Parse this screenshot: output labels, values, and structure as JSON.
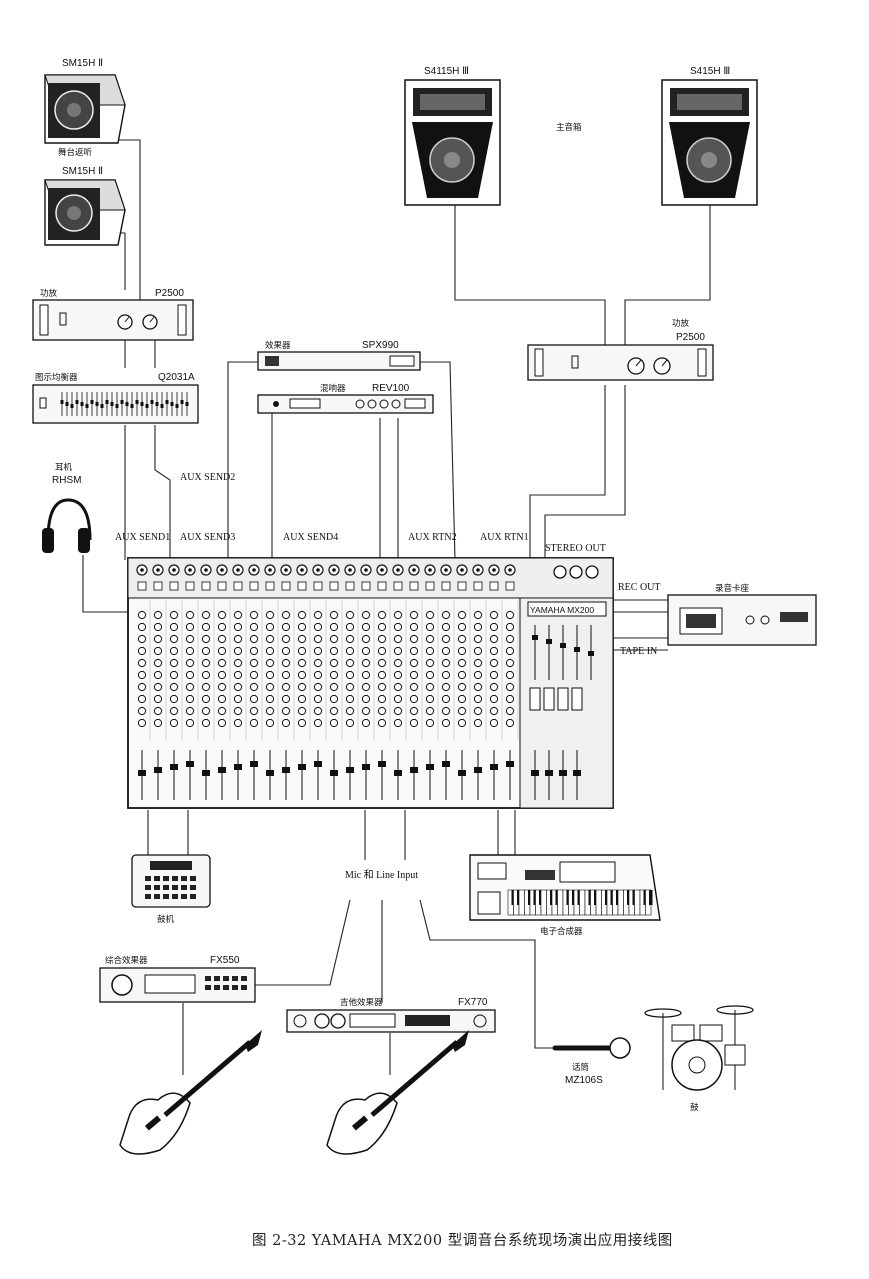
{
  "figure_caption": "图 2-32 YAMAHA MX200 型调音台系统现场演出应用接线图",
  "monitors": {
    "top_model": "SM15H Ⅱ",
    "top_caption": "舞台返听",
    "bottom_model": "SM15H Ⅱ"
  },
  "main_speakers": {
    "left_model": "S4115H Ⅲ",
    "right_model": "S415H Ⅲ",
    "caption": "主音箱"
  },
  "monitor_amp": {
    "caption": "功放",
    "model": "P2500"
  },
  "eq": {
    "caption": "图示均衡器",
    "model": "Q2031A"
  },
  "main_amp": {
    "caption": "功放",
    "model": "P2500"
  },
  "effects": {
    "caption": "效果器",
    "model": "SPX990"
  },
  "reverb": {
    "caption": "混响器",
    "model": "REV100"
  },
  "headphones": {
    "caption": "耳机",
    "model": "RHSM"
  },
  "mixer": {
    "brand_badge": "YAMAHA MX200",
    "labels": {
      "aux_send2": "AUX SEND2",
      "aux_send1": "AUX SEND1",
      "aux_send3": "AUX SEND3",
      "aux_send4": "AUX SEND4",
      "aux_rtn2": "AUX RTN2",
      "aux_rtn1": "AUX RTN1",
      "stereo_out": "STEREO OUT",
      "rec_out": "REC OUT",
      "tape_in": "TAPE IN"
    }
  },
  "cassette": {
    "caption": "录音卡座"
  },
  "drum_machine": {
    "caption": "鼓机"
  },
  "mic_line_input": "Mic 和 Line Input",
  "synth": {
    "caption": "电子合成器"
  },
  "fx_550": {
    "caption": "综合效果器",
    "model": "FX550"
  },
  "fx_770": {
    "caption": "吉他效果器",
    "model": "FX770"
  },
  "microphone": {
    "caption": "话筒",
    "model": "MZ106S"
  },
  "drums": {
    "caption": "鼓"
  }
}
